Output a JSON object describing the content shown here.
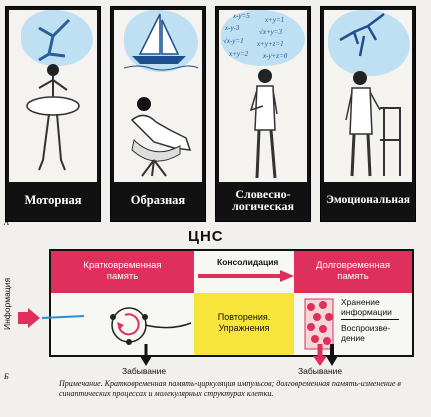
{
  "panels": [
    {
      "caption": "Моторная"
    },
    {
      "caption": "Образная"
    },
    {
      "caption": "Словесно-\nлогическая"
    },
    {
      "caption": "Эмоциональная"
    }
  ],
  "formulas": [
    "x-y=5",
    "x+y=1",
    "x-y-3",
    "√x+y=3",
    "√x-y=1",
    "x+y+z=1",
    "x+y=2",
    "x-y+z=0"
  ],
  "labels": {
    "a": "А",
    "b": "Б"
  },
  "diagram": {
    "title": "ЦНС",
    "short_term_line1": "Кратковременная",
    "short_term_line2": "память",
    "consolidation": "Консолидация",
    "long_term_line1": "Долговременная",
    "long_term_line2": "память",
    "repetition_line1": "Повторения.",
    "repetition_line2": "Упражнения",
    "storage_line1": "Хранение",
    "storage_line2": "информации",
    "recall_line1": "Воспроизве-",
    "recall_line2": "дение",
    "forgetting_left": "Забывание",
    "forgetting_right": "Забывание",
    "input_label": "Информация"
  },
  "note": {
    "prefix": "Примечание.",
    "text": " Кратковременная память-циркуляция импульсов; долговременная память-изменение в синаптических процессах и молекулярных структурах клетки."
  },
  "colors": {
    "pink": "#df2f5c",
    "yellow": "#f7e53c",
    "cloud": "#bfe0f3",
    "dark": "#111111"
  }
}
